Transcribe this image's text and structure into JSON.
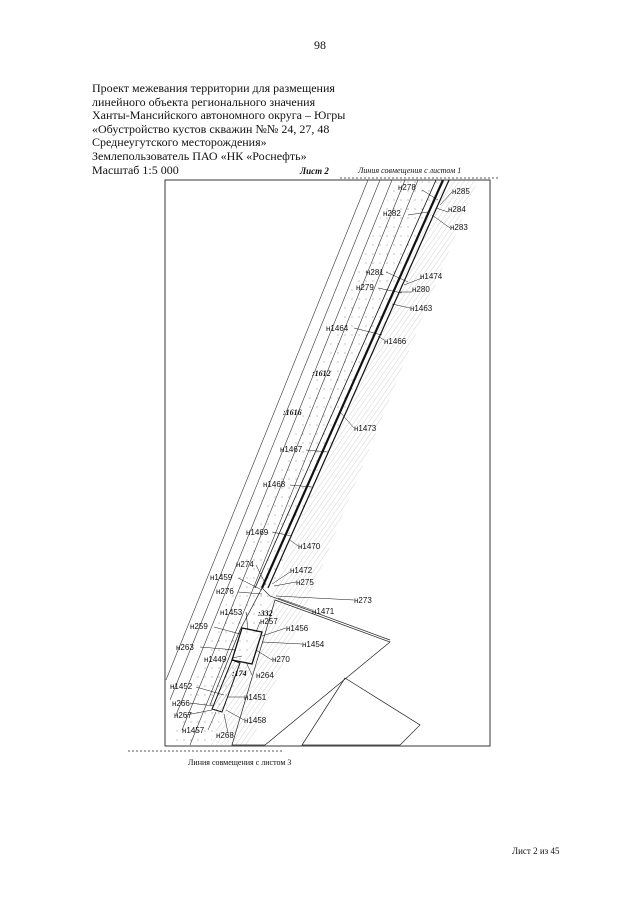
{
  "page_number": "98",
  "header": {
    "lines": [
      "Проект межевания территории для размещения",
      "линейного объекта регионального значения",
      "Ханты-Мансийского автономного округа – Югры",
      "«Обустройство кустов скважин №№ 24, 27, 48",
      "Среднеугутского месторождения»",
      "Землепользователь ПАО «НК «Роснефть»",
      "Масштаб 1:5 000"
    ]
  },
  "sheet_label": "Лист 2",
  "seam_top": "Линия совмещения с листом 1",
  "seam_bottom": "Линия совмещения с листом 3",
  "footer": "Лист 2 из 45",
  "map": {
    "point_labels": [
      "н278",
      "н285",
      "н284",
      "н282",
      "н283",
      "н281",
      "н1474",
      "н279",
      "н280",
      "н1463",
      "н1464",
      "н1466",
      "н1473",
      "н1467",
      "н1468",
      "н1469",
      "н1470",
      "н274",
      "н1472",
      "н1459",
      "н275",
      "н276",
      "н273",
      "н1471",
      "н1453",
      "н257",
      "н259",
      "н1456",
      "н263",
      "н1454",
      "н1449",
      "н270",
      "н264",
      "н1452",
      "н1451",
      "н266",
      "н267",
      "н1458",
      "н1457",
      "н268"
    ],
    "parcel_labels": [
      ":1612",
      ":1616",
      ":332",
      ":174"
    ]
  }
}
